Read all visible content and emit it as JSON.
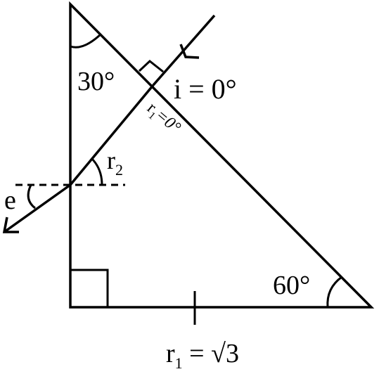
{
  "labels": {
    "top_angle": "30°",
    "bottom_right_angle": "60°",
    "incidence": "i = 0°",
    "refraction_first": "r",
    "refraction_first_sub": "1",
    "refraction_first_value": "=0°",
    "refraction_second": "r",
    "refraction_second_sub": "2",
    "emergence": "e",
    "base_label": "r",
    "base_label_sub": "1",
    "base_label_eq": " = ",
    "base_label_radical": "√3"
  },
  "colors": {
    "stroke": "#000000",
    "background": "#ffffff"
  }
}
